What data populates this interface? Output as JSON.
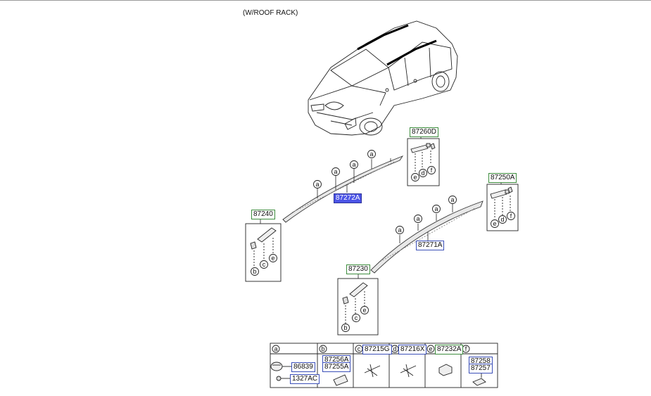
{
  "title": "(W/ROOF RACK)",
  "parts": {
    "p87260D": "87260D",
    "p87272A": "87272A",
    "p87250A": "87250A",
    "p87240": "87240",
    "p87271A": "87271A",
    "p87230": "87230"
  },
  "callouts": [
    "a",
    "b",
    "c",
    "d",
    "e",
    "f"
  ],
  "legend": {
    "a": [
      "86839",
      "1327AC"
    ],
    "b": [
      "87256A",
      "87255A"
    ],
    "c": [
      "87215G"
    ],
    "d": [
      "87216X"
    ],
    "e": [
      "87232A"
    ],
    "f": [
      "87258",
      "87257"
    ]
  },
  "colors": {
    "green_box": "#3d8d3d",
    "blue_box": "#3b4fb8",
    "highlight": "#4b54e6"
  }
}
